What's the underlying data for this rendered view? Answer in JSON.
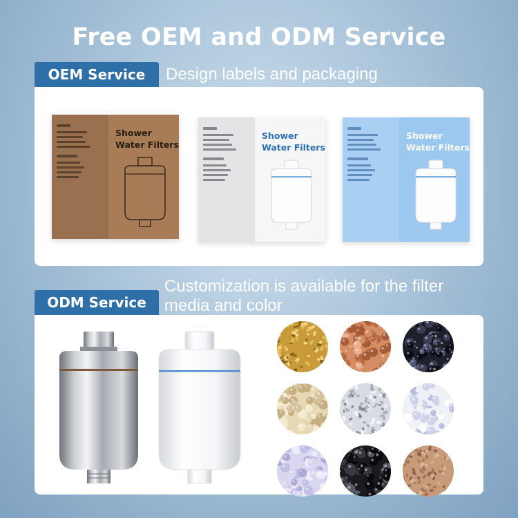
{
  "title": "Free OEM and ODM Service",
  "oem": {
    "tag": "OEM Service",
    "description": "Design labels and packaging",
    "boxes": [
      {
        "variant": "kraft",
        "brand_line1": "Shower",
        "brand_line2": "Water Filters",
        "front_color": "#a77c56",
        "side_color": "#9a7150",
        "text_color": "#2a1d12"
      },
      {
        "variant": "white",
        "brand_line1": "Shower",
        "brand_line2": "Water Filters",
        "front_color": "#f6f6f7",
        "side_color": "#e4e4e6",
        "text_color": "#2c6fb4"
      },
      {
        "variant": "blue",
        "brand_line1": "Shower",
        "brand_line2": "Water Filters",
        "front_color": "#9cc7ee",
        "side_color": "#a9cff2",
        "text_color": "#ffffff"
      }
    ]
  },
  "odm": {
    "tag": "ODM Service",
    "description": "Customization is available for the filter media and color",
    "filters": [
      {
        "variant": "stainless-steel"
      },
      {
        "variant": "white-plastic"
      }
    ],
    "media": [
      {
        "name": "kdf-granules",
        "colors": [
          "#c99a3a",
          "#f2d27a",
          "#8a6420",
          "#e3bb57"
        ]
      },
      {
        "name": "ceramic-balls",
        "colors": [
          "#d58d63",
          "#b96a42",
          "#eab090",
          "#a65a36"
        ]
      },
      {
        "name": "activated-carbon",
        "colors": [
          "#1d1f2b",
          "#3b3e54",
          "#0c0d14",
          "#55587a"
        ]
      },
      {
        "name": "calcium-sulfite",
        "colors": [
          "#e8d9b6",
          "#d6c29a",
          "#f4ead0",
          "#c7ae80"
        ]
      },
      {
        "name": "crystal-beads",
        "colors": [
          "#d9dde3",
          "#a8aeb8",
          "#f3f5f8",
          "#868c96"
        ]
      },
      {
        "name": "vitamin-c-beads",
        "colors": [
          "#f0f1f7",
          "#cfd3ea",
          "#ffffff",
          "#b7bde0"
        ]
      },
      {
        "name": "tourmaline-beads",
        "colors": [
          "#d9d7f0",
          "#c0bee3",
          "#ecebfa",
          "#aeaad6"
        ]
      },
      {
        "name": "black-tourmaline",
        "colors": [
          "#1b1b1f",
          "#3a3a42",
          "#0a0a0c",
          "#5a5a66"
        ]
      },
      {
        "name": "maifan-stone",
        "colors": [
          "#c79a7a",
          "#a57556",
          "#dbb79a",
          "#8d5f44"
        ]
      }
    ],
    "accent_color": "#2e6fa8"
  }
}
